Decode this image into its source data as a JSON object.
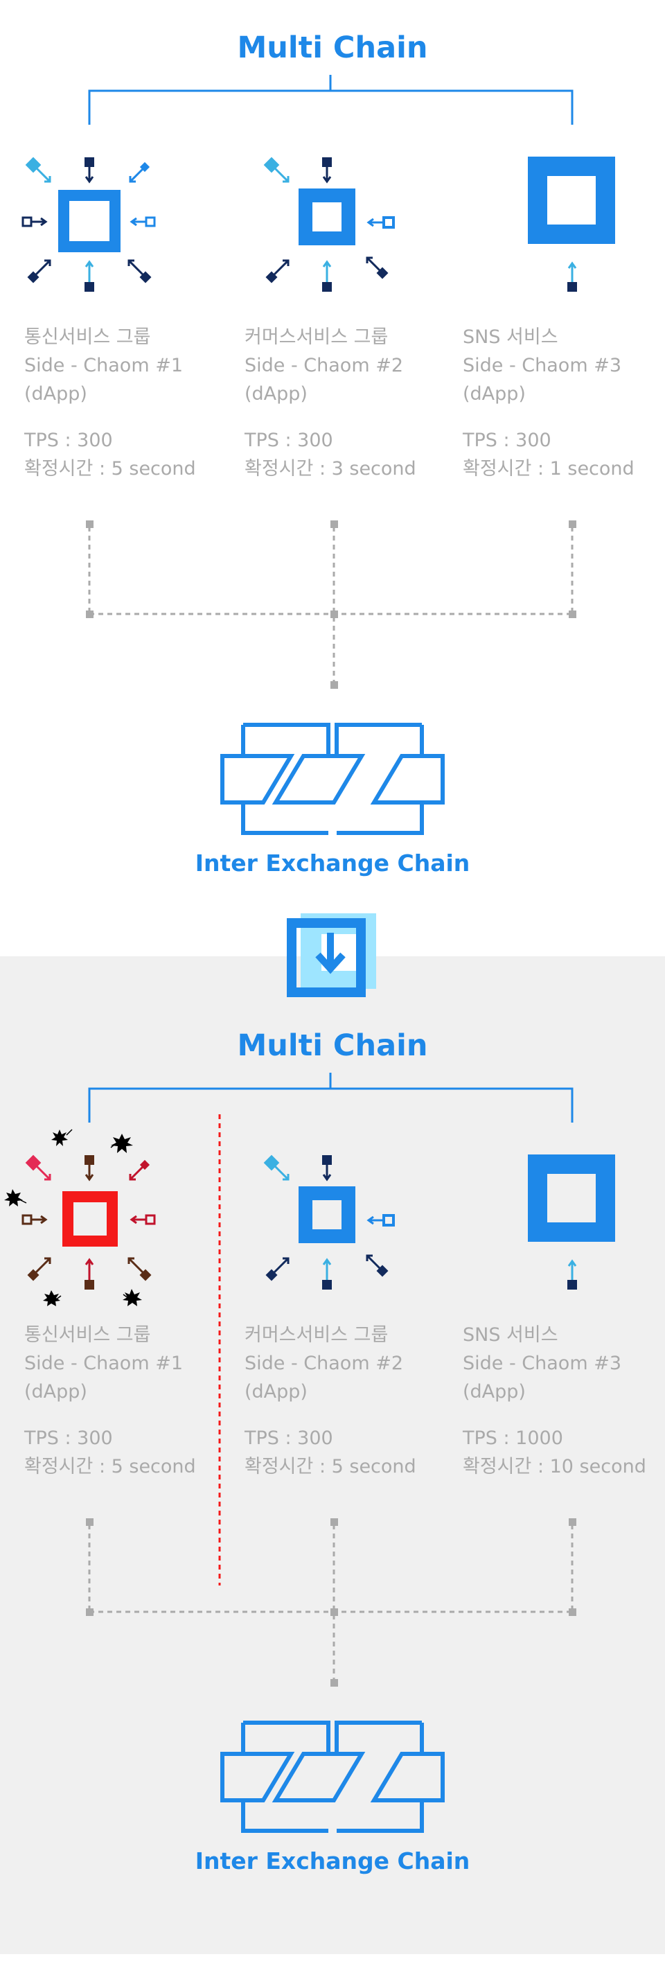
{
  "colors": {
    "accent": "#1e88e8",
    "navy": "#122a5c",
    "cyan": "#3ab0e2",
    "grey_text": "#aaaaaa",
    "grey_line": "#aaaaaa",
    "alert_red": "#f41a1a",
    "alert_brown": "#5a2d17",
    "alert_crimson": "#c1132c",
    "alert_pink": "#e42a55",
    "background_lower": "#f0f0f0"
  },
  "top": {
    "title": "Multi Chain",
    "chains": [
      {
        "group": "통신서비스 그룹",
        "side": "Side - Chaom #1",
        "dapp": "(dApp)",
        "tps": "TPS : 300",
        "confirm": "확정시간 : 5 second"
      },
      {
        "group": "커머스서비스 그룹",
        "side": "Side - Chaom #2",
        "dapp": "(dApp)",
        "tps": "TPS : 300",
        "confirm": "확정시간 : 3 second"
      },
      {
        "group": "SNS 서비스",
        "side": "Side - Chaom #3",
        "dapp": "(dApp)",
        "tps": "TPS : 300",
        "confirm": "확정시간 : 1 second"
      }
    ],
    "exchange_label": "Inter Exchange Chain"
  },
  "transition_icon": "down-arrow-icon",
  "bottom": {
    "title": "Multi Chain",
    "chains": [
      {
        "group": "통신서비스 그룹",
        "side": "Side - Chaom #1",
        "dapp": "(dApp)",
        "tps": "TPS : 300",
        "confirm": "확정시간 : 5 second",
        "status": "overloaded"
      },
      {
        "group": "커머스서비스 그룹",
        "side": "Side - Chaom #2",
        "dapp": "(dApp)",
        "tps": "TPS : 300",
        "confirm": "확정시간 : 5 second"
      },
      {
        "group": "SNS 서비스",
        "side": "Side - Chaom #3",
        "dapp": "(dApp)",
        "tps": "TPS : 1000",
        "confirm": "확정시간 : 10 second"
      }
    ],
    "exchange_label": "Inter Exchange Chain"
  }
}
